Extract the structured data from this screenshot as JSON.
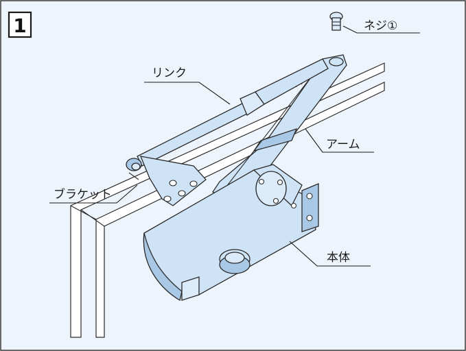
{
  "step_number": "1",
  "labels": {
    "screw": "ネジ①",
    "link": "リンク",
    "arm": "アーム",
    "bracket": "ブラケット",
    "body": "本体"
  },
  "colors": {
    "part_fill": "#cfe3f6",
    "panel_fill": "#eef4fb",
    "outline": "#2a2a2a"
  }
}
